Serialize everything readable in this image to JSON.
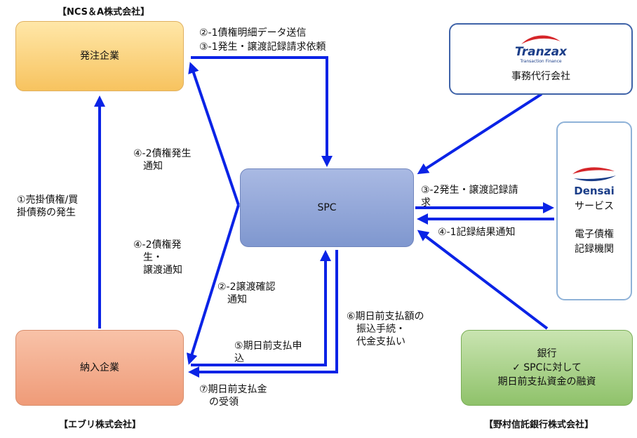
{
  "companies": {
    "ordering_company_note": "【NCS＆A株式会社】",
    "delivery_company_note": "【エブリ株式会社】",
    "bank_company_note": "【野村信託銀行株式会社】"
  },
  "nodes": {
    "ordering": "発注企業",
    "delivery": "納入企業",
    "spc": "SPC",
    "tranzax_logo": "Tranzax",
    "tranzax_tagline": "Transaction Finance",
    "tranzax_role": "事務代行会社",
    "densai_logo": "Densai",
    "densai_service": "サービス",
    "densai_role_line1": "電子債権",
    "densai_role_line2": "記録機関",
    "bank_name": "銀行",
    "bank_desc_line1": "✓ SPCに対して",
    "bank_desc_line2": "期日前支払資金の融資"
  },
  "labels": {
    "step_2_1": "②-1債権明細データ送信",
    "step_3_1": "③-1発生・譲渡記録請求依頼",
    "step_4_2a": "④-2債権発生\n　通知",
    "step_1": "①売掛債権/買\n掛債務の発生",
    "step_4_2b": "④-2債権発\n　生・\n　譲渡通知",
    "step_2_2": "②-2譲渡確認\n　通知",
    "step_3_2": "③-2発生・譲渡記録請\n求",
    "step_4_1": "④-1記録結果通知",
    "step_6": "⑥期日前支払額の\n　振込手続・\n　代金支払い",
    "step_5": "⑤期日前支払申\n込",
    "step_7": "⑦期日前支払金\n　の受領"
  },
  "colors": {
    "arrow": "#0a23e6",
    "ordering_fill": "#f7c35f",
    "delivery_fill": "#ef9b78",
    "spc_fill": "#8fa4d8",
    "bank_fill": "#8fc26a",
    "logo_red": "#d6262a",
    "logo_blue": "#1a3d88"
  }
}
